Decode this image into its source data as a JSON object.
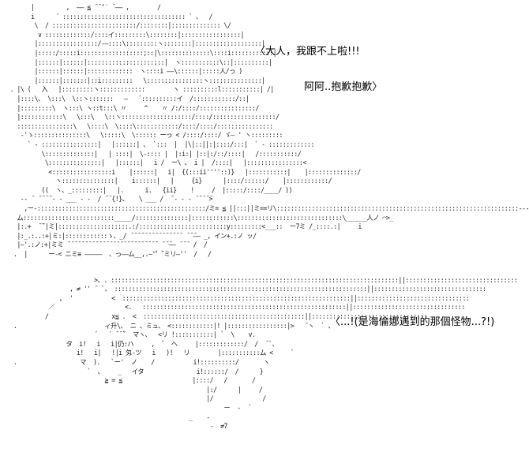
{
  "dialogue": {
    "line1": "〈大人，我跟不上啦!!!",
    "line2": "阿阿..抱歉抱歉〉",
    "line3": "〈...!(是海倫娜遇到的那個怪物...?!)"
  },
  "art": {
    "top": [
      "       |         ,  ―― ≦ ̄ ̄ ‘′ ̄ ―– ,        /",
      "       i      ´ ::::::::::::::::::::::::::::::::::: ` 、  /",
      "        \\  / ::::::::::::::::::::::::/::::::::|:::::::::::::: \\/",
      "         ∨ :::::::::::::/::::イ:::::::::\\::::::::|:::::::::::::::::|",
      "        |:::::::::::::::::/-―::::\\:::::::::ヽ::::::::|:::::::::::::::::::|",
      "        |:::::/:::::i::::::::::::::::::;::|\\::::::::::::::\\::::i::::::::::::|",
      "        |::::::|::::::|:::::::::::::::::::;::|  ヽ:::::::::::\\::|::::::::::|",
      "        |::::::|::::::|:::::::::::::  ヽ::::i ――\\::::::|:::::人/っ )",
      "        |::::::|:::::::|::i:::::::::   \\::::::::::::::::ヽ:::::::::::::::|",
      " . |\\ (   入   |:::::::::ヽ:::::::::::::        ヽ ::::::::::l:::::::::::| /|",
      "   |::::\\、 \\:::\\  \\::ヽ:::::::   ―   ´::::::::::イ  /::::::::::::/::|",
      "   |:::::::::\\  ヽ:::\\ ヽ::t:::\\ 〃     ^    〃 /:/::::/::::::::::::::::/",
      "   |::::::::::::\\   \\:::\\   \\::ヽ::::::::::::::::::::/::::/::::::::::::::::::/",
      "   ::::::::::::::::\\   \\::::\\  \\::::\\::::::::::::/::::/::::/::::::::::::::::",
      "    ‐'ゝ:::::::::::::::\\   \\:::::\\  \\:::::: ーっ < /::::/::::/ ゞ― ' ヽ:::::::::",
      "      ` ‐ ::::::::::::::::|   |::::::| 、 `:::  |  |\\|::||:|::::/:::|  ` ‐ :::::::::::::",
      "          \\::::::::::::::|   | ::::|  \\‐:::: |  |:i:| |::|:/::/::::|   /:::::::::::/",
      "           \\:::::::::::::::|   |::::::|   i /  ー\\ 、 i |  /::::|   |::::::::::::::::<",
      "            <:::::::::::::::::i    |::::::|   i|  {(:::ii''''::)}   |:::::::::::|    |::::::::::::::/",
      "              ヽ:::::::::::::::|    i::::::|   |     {i}      |::::/::::::/    |::::::::::::/",
      "          ((  ヽ、_:::::::::|   |.      i.   {ii}    !     /  |:::::/::::/____/ ))",
      "    ‐‐ ̄  ̄ ̄ ̄ ̄ ‐ ‐ ___ ‐ ‐  / ̄ ̄ {!}、   \\ ___ /  ̄ ‐ ‐ ‐ ̄ ̄ ̄ ̄ ̄>",
      "     ,ー‐::::::::::::::::::::::::::::::::::::::::::::::::/ミ= ≦ ||:::||ミ==リ\\:::::::::::::::::::::::::::::::::::::::::::::::::::::::::::::::::::::--‐",
      "   ム::::::::::::::::::::::::::_____/:::::::::::::::|::::::::::::\\::::::::::::::::::::::::::::::\\______人ノ ⌒>_",
      "   |:.+  ̄ ̄`|ミ|::::::::::::::::::::.:/:::::::::::::::::::::::::y:::::::::<___::  ー7ミ /_::::.:|     i",
      "   |:_.:..:+|ミ:|::::::::::::ゝ、_/ ̄ ̄ ̄ ̄ ̄ ̄ ̄ ̄ ̄ ̄ ̄ ̄ ̄ ̄ ̄  ̄ ̄ ̄―― _, イン+.:ノ ッ/",
      "   |―'.:ノ:+|ミミ ̄ ̄ ̄ ̄ ̄ ̄ ̄ ̄ ̄ ̄ ̄ ̄ ̄ ̄ ̄ ̄ ̄ ̄ ̄ ̄ ̄ ̄ ̄ ̄ ̄ ̄  ̄ ̄ ̄―― ̄ ̄ ̄  /  /",
      "  .  |      ー‐< ニミ≡ ―――――  、っ――ム__,.−''゙ ̄`ミリ―''  /   /"
    ],
    "bottom": [
      "",
      "                         >、. ::::::::::::::::::::::::::::::::::::::::::::::::::::::::::::::::::::::::::::::::::||::::::::::::::::::::::::::::::::",
      "                  , ≠ '' ̄  `、 ::::::::::::::::::::::::::::::::::::::::::::::::::::::::::::::::::::::::||::::::::::::::::::::::::::::::::",
      "               ,  '           <  :::::::::::::::::::::::::::::::::::::::::::::::::::::::::::::::::||::::::::::::::::::::::::::::::::",
      "            ／                    <.   ::::::::::::::::::::::::::::::::::::::::::::::::::::::::::||::::::::::::::::::::::::::::::::",
      "           /                  x≦ .  <  ::::::::::::::::::::::::::::::::::::::::::::::||:::::::::::::::::::::::::::::::::",
      "  .                         ィ升\\、 ニ 、ミュ、 <::::::::::::|! |:::::::::::::::::|>   ̄ ヽ  ` 、",
      "                         ´   ´ ̄ ̄ ̄`  マヽ、  <リ !:::::::::::| `  \\    v.",
      "                 タ  i!   i   i|仍:ハ     ,  ゛ ヘ     |:::::::::::::/  /  ̄ `、",
      "                    i!   i|   !|i 匁-ツ   i   )!   リ        |:::::::::::ム <     `",
      "  .                  マ  ).   `ー'  ノ    /           i!::::::::::/       ヽ",
      "                       `  、    _   イタ               i!::::::/  /      }",
      "                            ≧ = ≦                    |::::/   /       /",
      "                                                         |:/      |     /",
      "                                                         |/              /",
      "                                                              ー  ‐  ´",
      "                                                    _    -",
      "                                                          -  ≠7"
    ]
  }
}
